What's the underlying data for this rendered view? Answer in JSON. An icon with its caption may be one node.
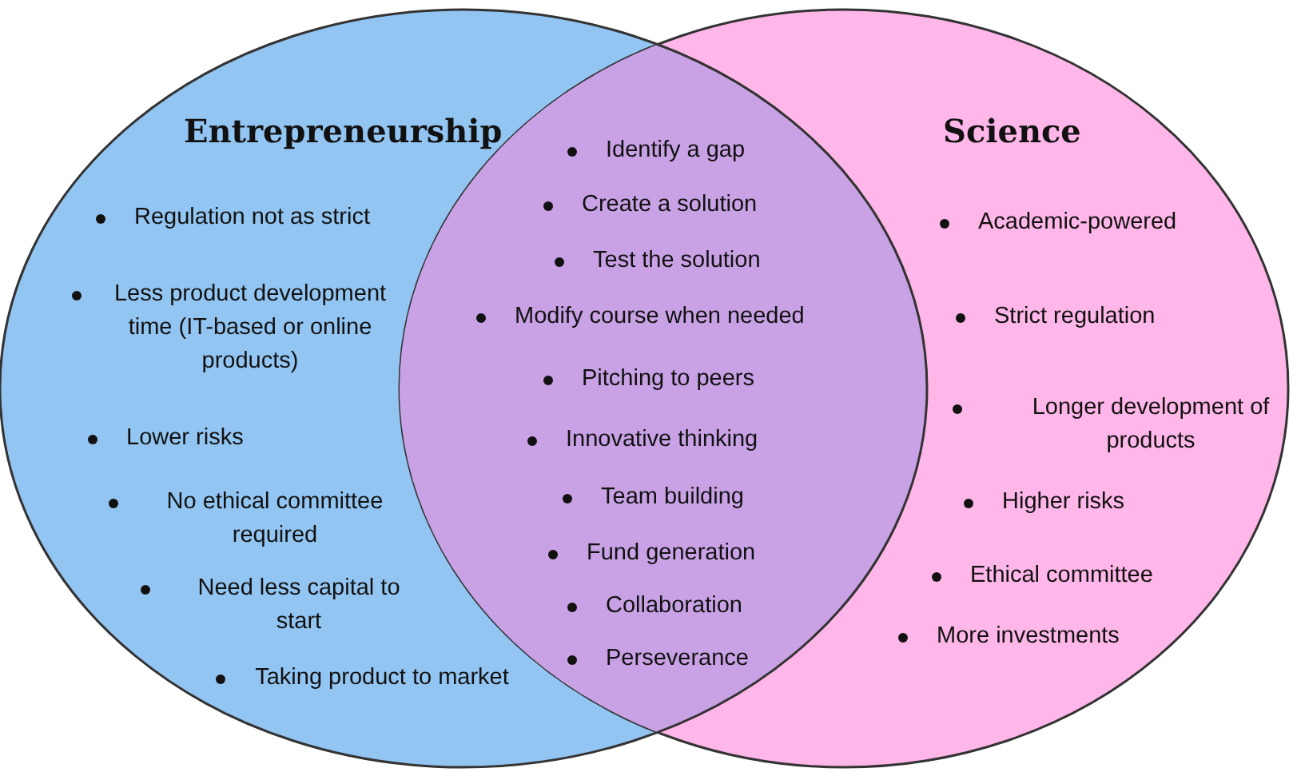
{
  "diagram": {
    "nodes": [
      {
        "text": [
          "Entrepreneurship",
          "Regulation not as strict",
          "Less product development time (IT-based or online products)",
          "Lower risks",
          "No ethical committee required",
          "Need less capital to start",
          "Taking product to market"
        ]
      },
      {
        "text": [
          "Science",
          "Academic-powered",
          "Strict regulation",
          "Longer development of products",
          "Higher risks",
          "Ethical committee",
          "More investments"
        ]
      }
    ],
    "edges": [],
    "labels": [
      "Identify a gap",
      "Create a solution",
      "Test the solution",
      "Modify course when needed",
      "Pitching to peers",
      "Innovative thinking",
      "Team building",
      "Fund generation",
      "Collaboration",
      "Perseverance"
    ]
  }
}
